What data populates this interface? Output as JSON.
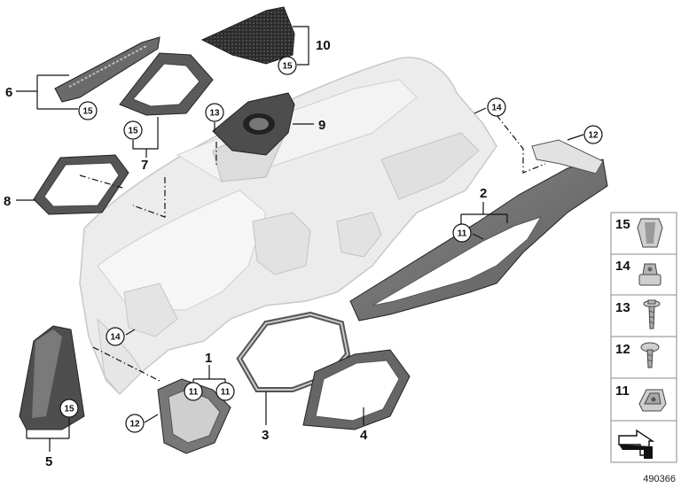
{
  "callouts": {
    "c1": "1",
    "c2": "2",
    "c3": "3",
    "c4": "4",
    "c5": "5",
    "c6": "6",
    "c7": "7",
    "c8": "8",
    "c9": "9",
    "c10": "10"
  },
  "circles": {
    "k15a": "15",
    "k15b": "15",
    "k15c": "15",
    "k15d": "15",
    "k13": "13",
    "k14a": "14",
    "k14b": "14",
    "k12a": "12",
    "k12b": "12",
    "k11a": "11",
    "k11b": "11",
    "k11c": "11"
  },
  "legend": {
    "items": [
      {
        "label": "15",
        "icon": "clip-nut-icon"
      },
      {
        "label": "14",
        "icon": "expanding-nut-icon"
      },
      {
        "label": "13",
        "icon": "screw-with-washer-icon"
      },
      {
        "label": "12",
        "icon": "oval-head-screw-icon"
      },
      {
        "label": "11",
        "icon": "spring-nut-icon"
      }
    ],
    "arrow_icon": "direction-arrow-icon"
  },
  "diagram_number": "490366",
  "colors": {
    "dashboard": "#e9e9e9",
    "dashboard_edge": "#c9c9c9",
    "dark_part": "#4a4a4a",
    "mid_part": "#7a7a7a",
    "light_trim": "#d6d6d6"
  }
}
